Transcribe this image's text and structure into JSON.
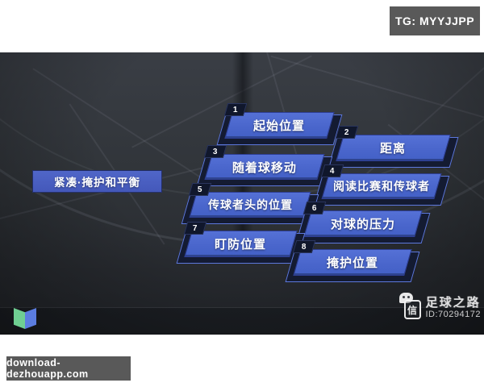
{
  "overlays": {
    "tg_badge": "TG: MYYJJPP",
    "download_badge": "download-dezhouapp.com"
  },
  "slide": {
    "title_box": "紧凑·掩护和平衡",
    "steps": [
      {
        "num": "1",
        "label": "起始位置"
      },
      {
        "num": "2",
        "label": "距离"
      },
      {
        "num": "3",
        "label": "随着球移动"
      },
      {
        "num": "4",
        "label": "阅读比赛和传球者"
      },
      {
        "num": "5",
        "label": "传球者头的位置"
      },
      {
        "num": "6",
        "label": "对球的压力"
      },
      {
        "num": "7",
        "label": "盯防位置"
      },
      {
        "num": "8",
        "label": "掩护位置"
      }
    ]
  },
  "watermark": {
    "icon": "wechat-icon",
    "icon_char": "信",
    "name": "足球之路",
    "id": "ID:70294172"
  },
  "colors": {
    "box_blue": "#4a66cc",
    "box_shadow_fill": "#141b32",
    "box_edge": "#5d78dd",
    "number_tab": "#10172c",
    "badge_gray": "#595959",
    "logo_green": "#6fcf92",
    "logo_blue": "#5b7de0"
  }
}
